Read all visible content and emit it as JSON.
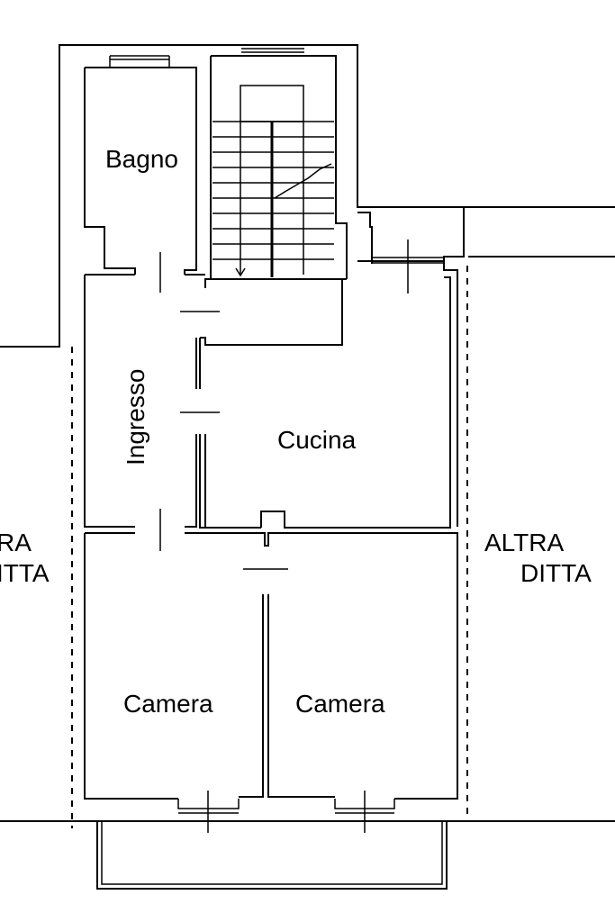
{
  "rooms": {
    "bagno": "Bagno",
    "ingresso": "Ingresso",
    "cucina": "Cucina",
    "camera_left": "Camera",
    "camera_right": "Camera"
  },
  "neighbours": {
    "left_line1": "RA",
    "left_line2": "ITTA",
    "right_line1": "ALTRA",
    "right_line2": "DITTA"
  }
}
